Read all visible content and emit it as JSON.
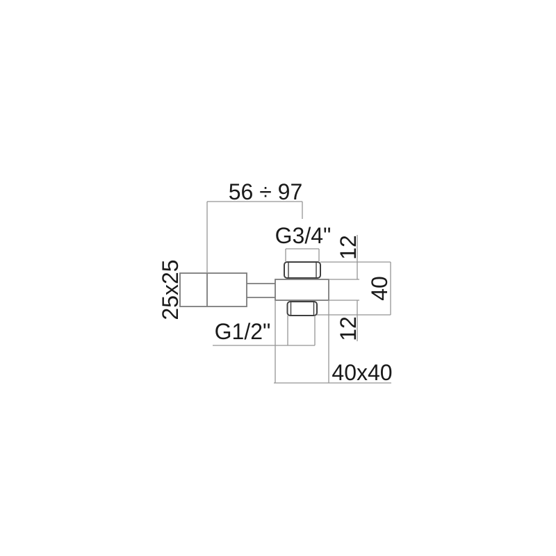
{
  "drawing": {
    "labels": {
      "length_range": "56 ÷ 97",
      "thread_top": "G3/4\"",
      "offset_top": "12",
      "height_overall": "40",
      "offset_bottom": "12",
      "tube_section": "25x25",
      "thread_bottom": "G1/2\"",
      "body_section": "40x40"
    },
    "colors": {
      "background": "#ffffff",
      "object_line": "#7b7b7b",
      "fitting_line": "#3f3f3f",
      "dimension_line": "#949494",
      "label_text": "#1a1a1a"
    }
  }
}
